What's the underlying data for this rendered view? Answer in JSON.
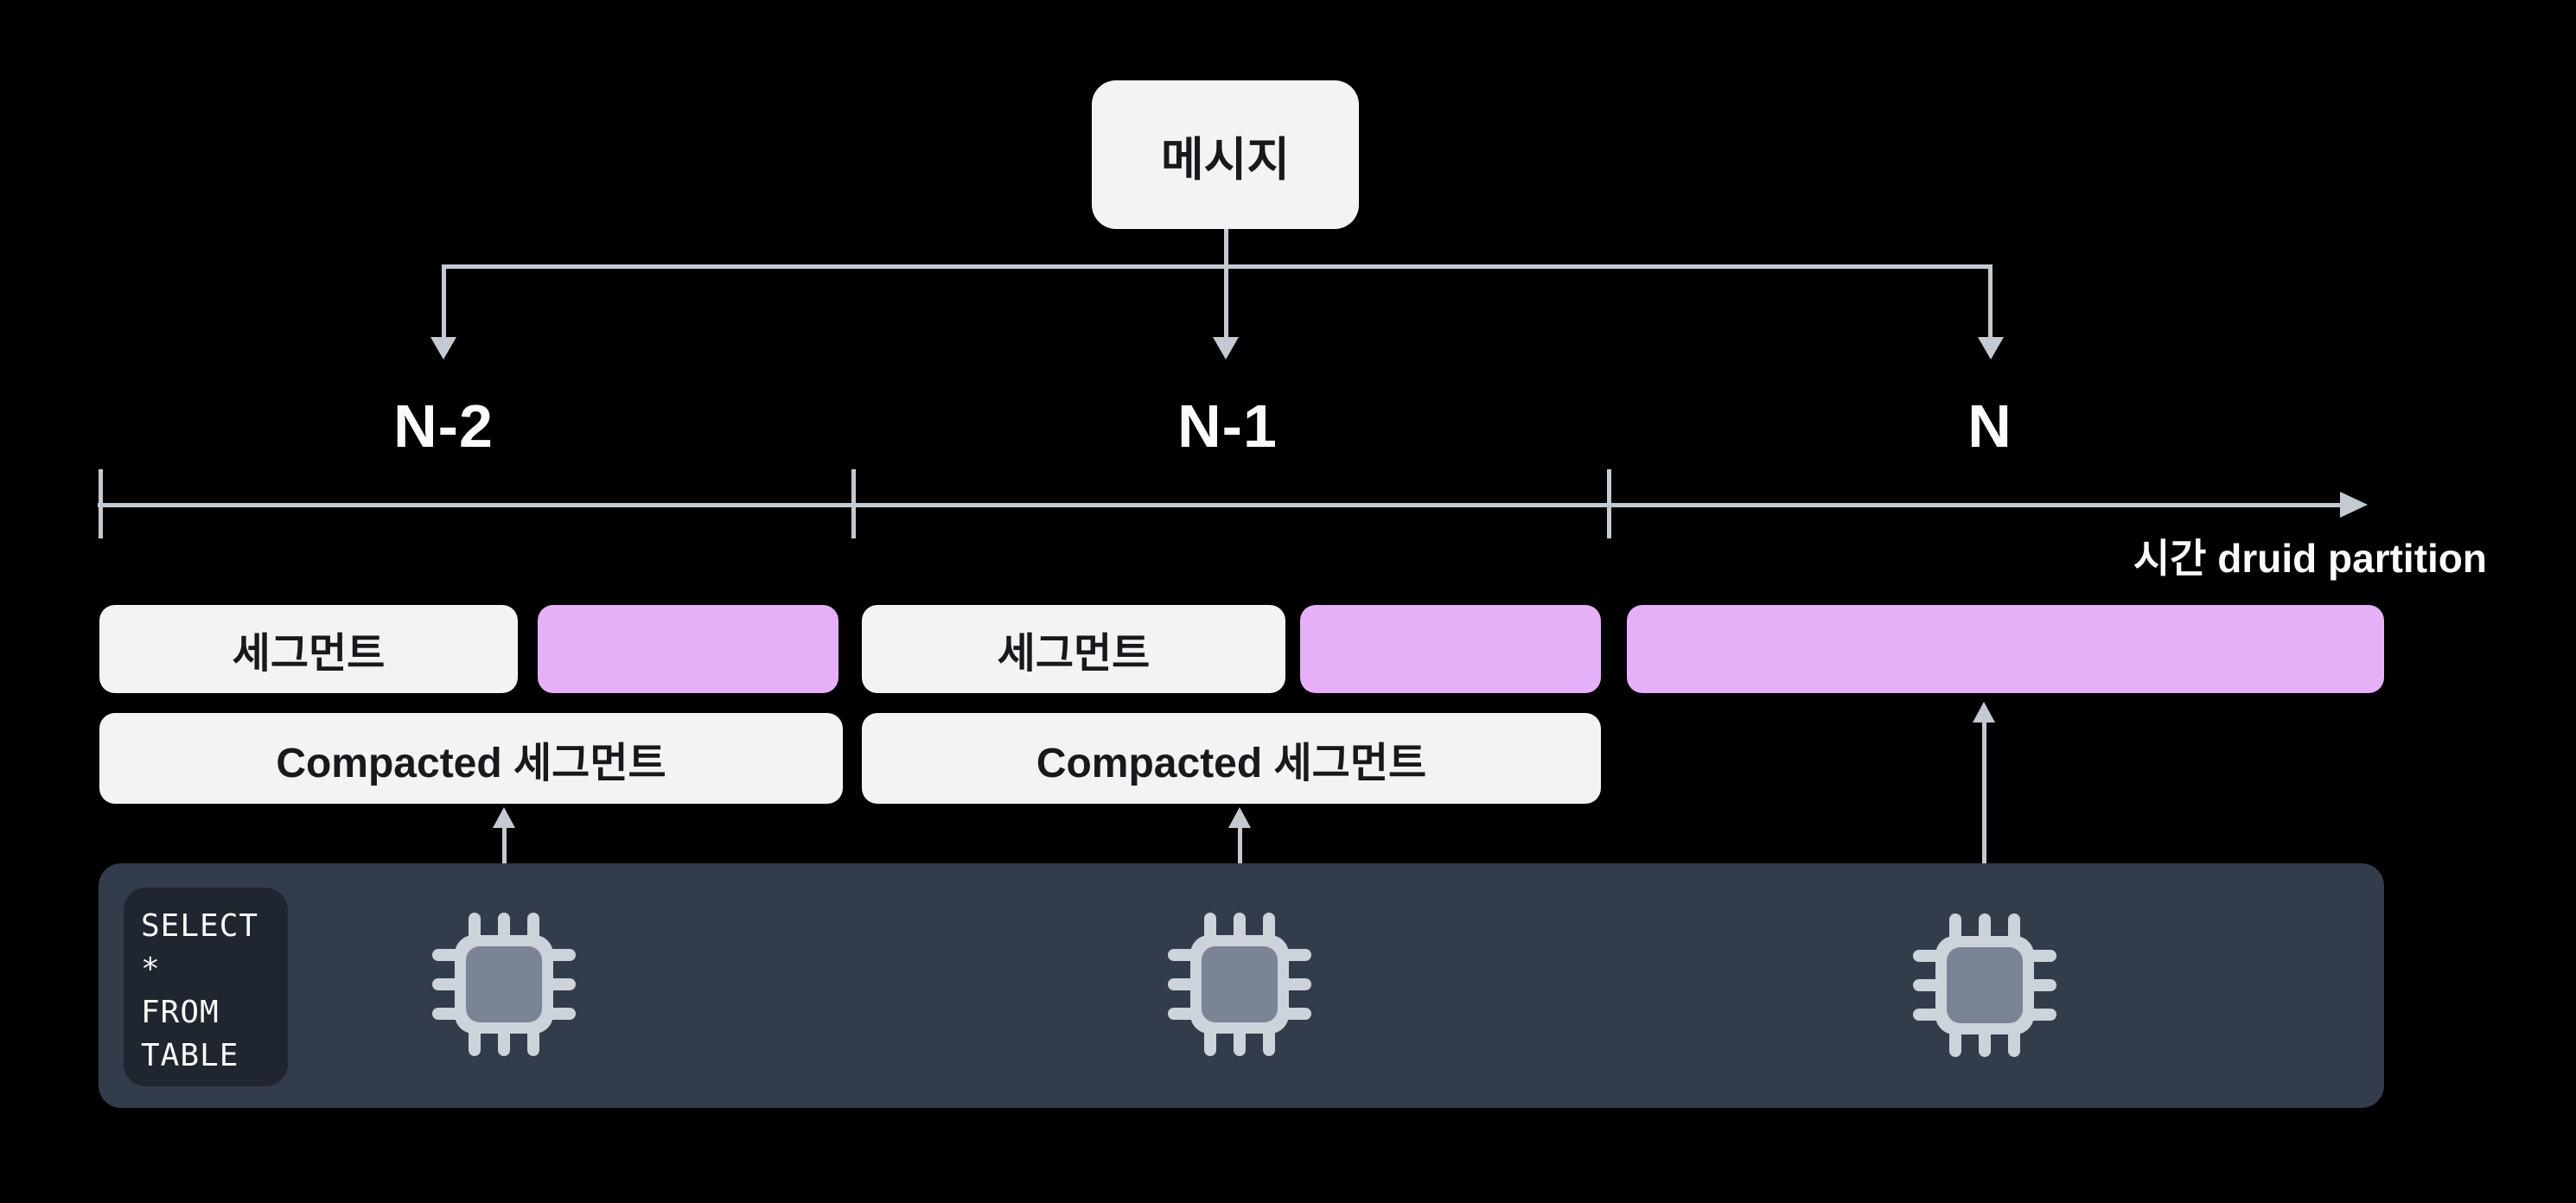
{
  "colors": {
    "background": "#000000",
    "light_box": "#f2f3f5",
    "purple_box": "#e5b0f7",
    "dark_text": "#17191c",
    "light_text": "#fafbfc",
    "line_gray": "#c4cad2",
    "bar_bg": "#333c4a",
    "code_bg": "#1f2630",
    "chip_outer": "#ccd3db",
    "chip_inner": "#7a8494"
  },
  "message_box": {
    "label": "메시지"
  },
  "partition_labels": [
    "N-2",
    "N-1",
    "N"
  ],
  "timeline": {
    "axis_label": "시간 druid partition"
  },
  "segment_row": {
    "segment1_label": "세그먼트",
    "segment2_label": "세그먼트"
  },
  "compacted_row": {
    "box1_label": "Compacted 세그먼트",
    "box2_label": "Compacted 세그먼트"
  },
  "query_panel": {
    "code_lines": [
      "SELECT",
      "*",
      "FROM",
      "TABLE"
    ]
  }
}
